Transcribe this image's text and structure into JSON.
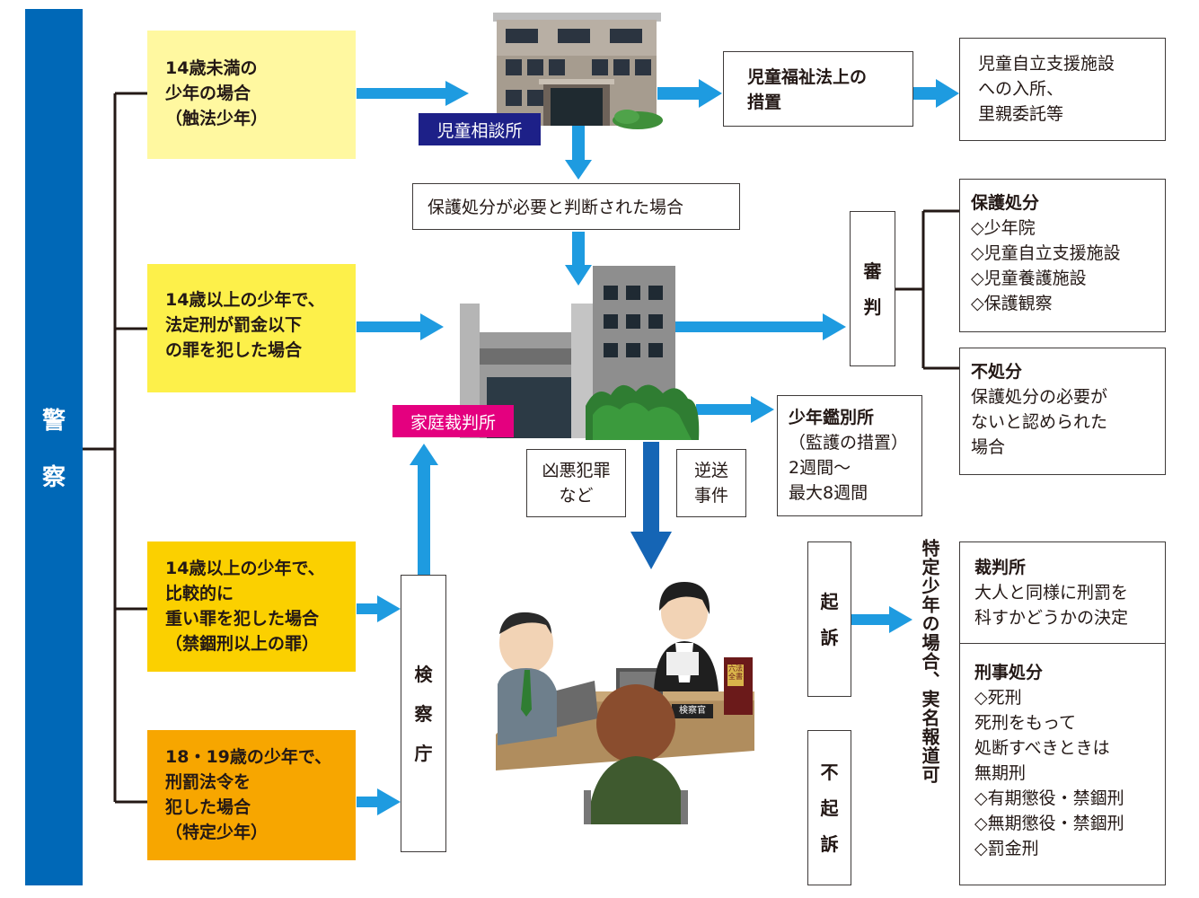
{
  "police": {
    "char1": "警",
    "char2": "察"
  },
  "categories": [
    {
      "lines": [
        "14歳未満の",
        "少年の場合",
        "（触法少年）"
      ],
      "color": "#fff8a0"
    },
    {
      "lines": [
        "14歳以上の少年で、",
        "法定刑が罰金以下",
        "の罪を犯した場合"
      ],
      "color": "#fdf04a"
    },
    {
      "lines": [
        "14歳以上の少年で、",
        "比較的に",
        "重い罪を犯した場合",
        "（禁錮刑以上の罪）"
      ],
      "color": "#fbd000"
    },
    {
      "lines": [
        "18・19歳の少年で、",
        "刑罰法令を",
        "犯した場合",
        "（特定少年）"
      ],
      "color": "#f7a600"
    }
  ],
  "labels": {
    "child_center": "児童相談所",
    "family_court": "家庭裁判所",
    "prosecutor_desk": "検察官",
    "law_book": "六法全書"
  },
  "boxes": {
    "welfare": [
      "児童福祉法上の",
      "措置"
    ],
    "welfare_result": [
      "児童自立支援施設",
      "への入所、",
      "里親委託等"
    ],
    "protection_needed": "保護処分が必要と判断された場合",
    "trial": [
      "審",
      "判"
    ],
    "protective_measures": {
      "title": "保護処分",
      "items": [
        "◇少年院",
        "◇児童自立支援施設",
        "◇児童養護施設",
        "◇保護観察"
      ]
    },
    "no_disposition": {
      "title": "不処分",
      "lines": [
        "保護処分の必要が",
        "ないと認められた",
        "場合"
      ]
    },
    "classification_home": {
      "title": "少年鑑別所",
      "lines": [
        "（監護の措置）",
        "2週間〜",
        "最大8週間"
      ]
    },
    "serious_crime": [
      "凶悪犯罪",
      "など"
    ],
    "reverse_transfer": [
      "逆送",
      "事件"
    ],
    "prosecutors_office": [
      "検",
      "察",
      "庁"
    ],
    "indictment": [
      "起",
      "訴"
    ],
    "non_indictment": [
      "不",
      "起",
      "訴"
    ],
    "specific_youth_note": "特定少年の場合、実名報道可",
    "court": {
      "title": "裁判所",
      "lines": [
        "大人と同様に刑罰を",
        "科すかどうかの決定"
      ]
    },
    "criminal_disposition": {
      "title": "刑事処分",
      "lines": [
        "◇死刑",
        "死刑をもって",
        "処断すべきときは",
        "無期刑",
        "◇有期懲役・禁錮刑",
        "◇無期懲役・禁錮刑",
        "◇罰金刑"
      ]
    }
  },
  "colors": {
    "police": "#0068b7",
    "arrow": "#1e9be0",
    "arrow_dark": "#1565b5",
    "label_navy": "#1d2088",
    "label_pink": "#e4007f"
  }
}
